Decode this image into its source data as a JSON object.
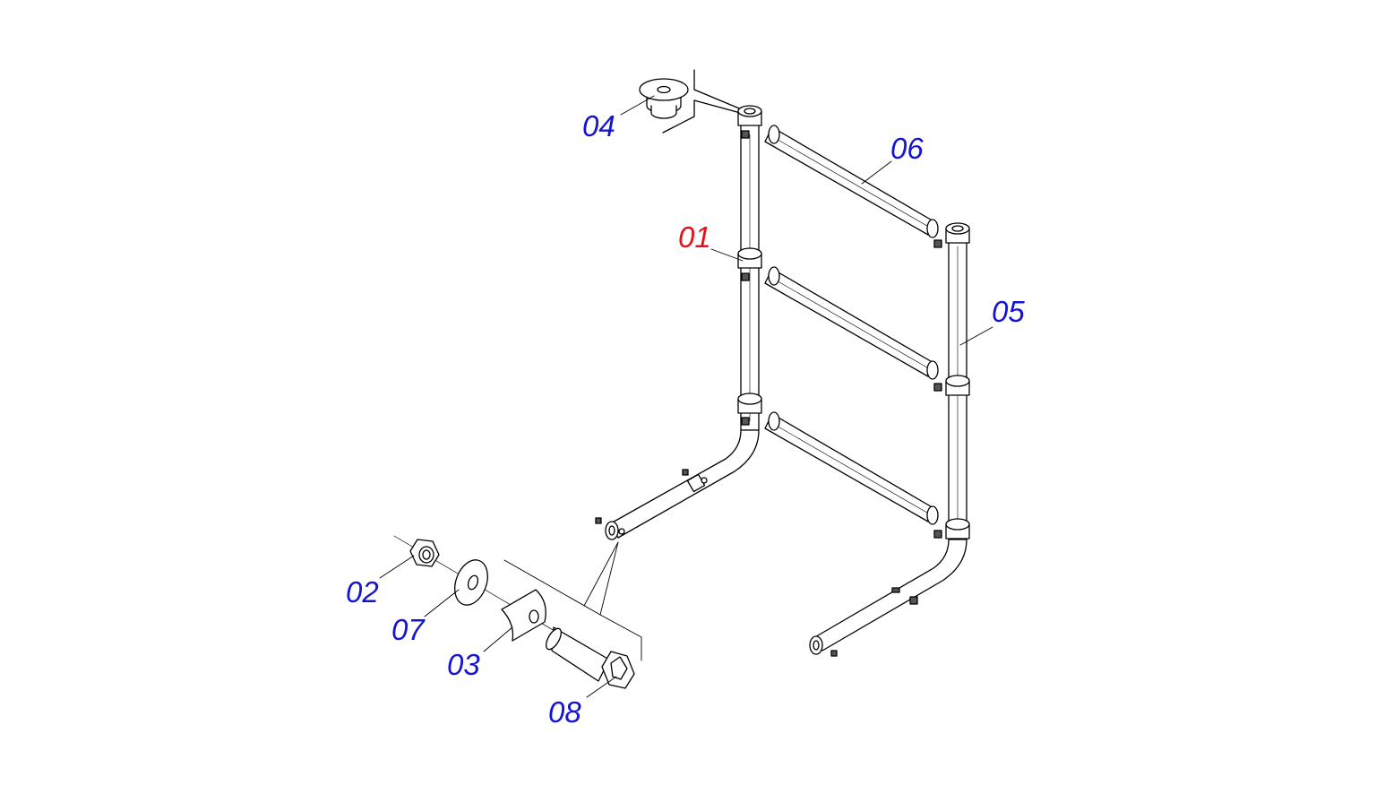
{
  "diagram": {
    "colors": {
      "line": "#000000",
      "part": "#ffffff",
      "callout_default": "#1414d2",
      "callout_highlight": "#e8101a"
    },
    "callouts": [
      {
        "id": "c01",
        "label": "01",
        "highlight": true
      },
      {
        "id": "c02",
        "label": "02",
        "highlight": false
      },
      {
        "id": "c03",
        "label": "03",
        "highlight": false
      },
      {
        "id": "c04",
        "label": "04",
        "highlight": false
      },
      {
        "id": "c05",
        "label": "05",
        "highlight": false
      },
      {
        "id": "c06",
        "label": "06",
        "highlight": false
      },
      {
        "id": "c07",
        "label": "07",
        "highlight": false
      },
      {
        "id": "c08",
        "label": "08",
        "highlight": false
      }
    ]
  }
}
